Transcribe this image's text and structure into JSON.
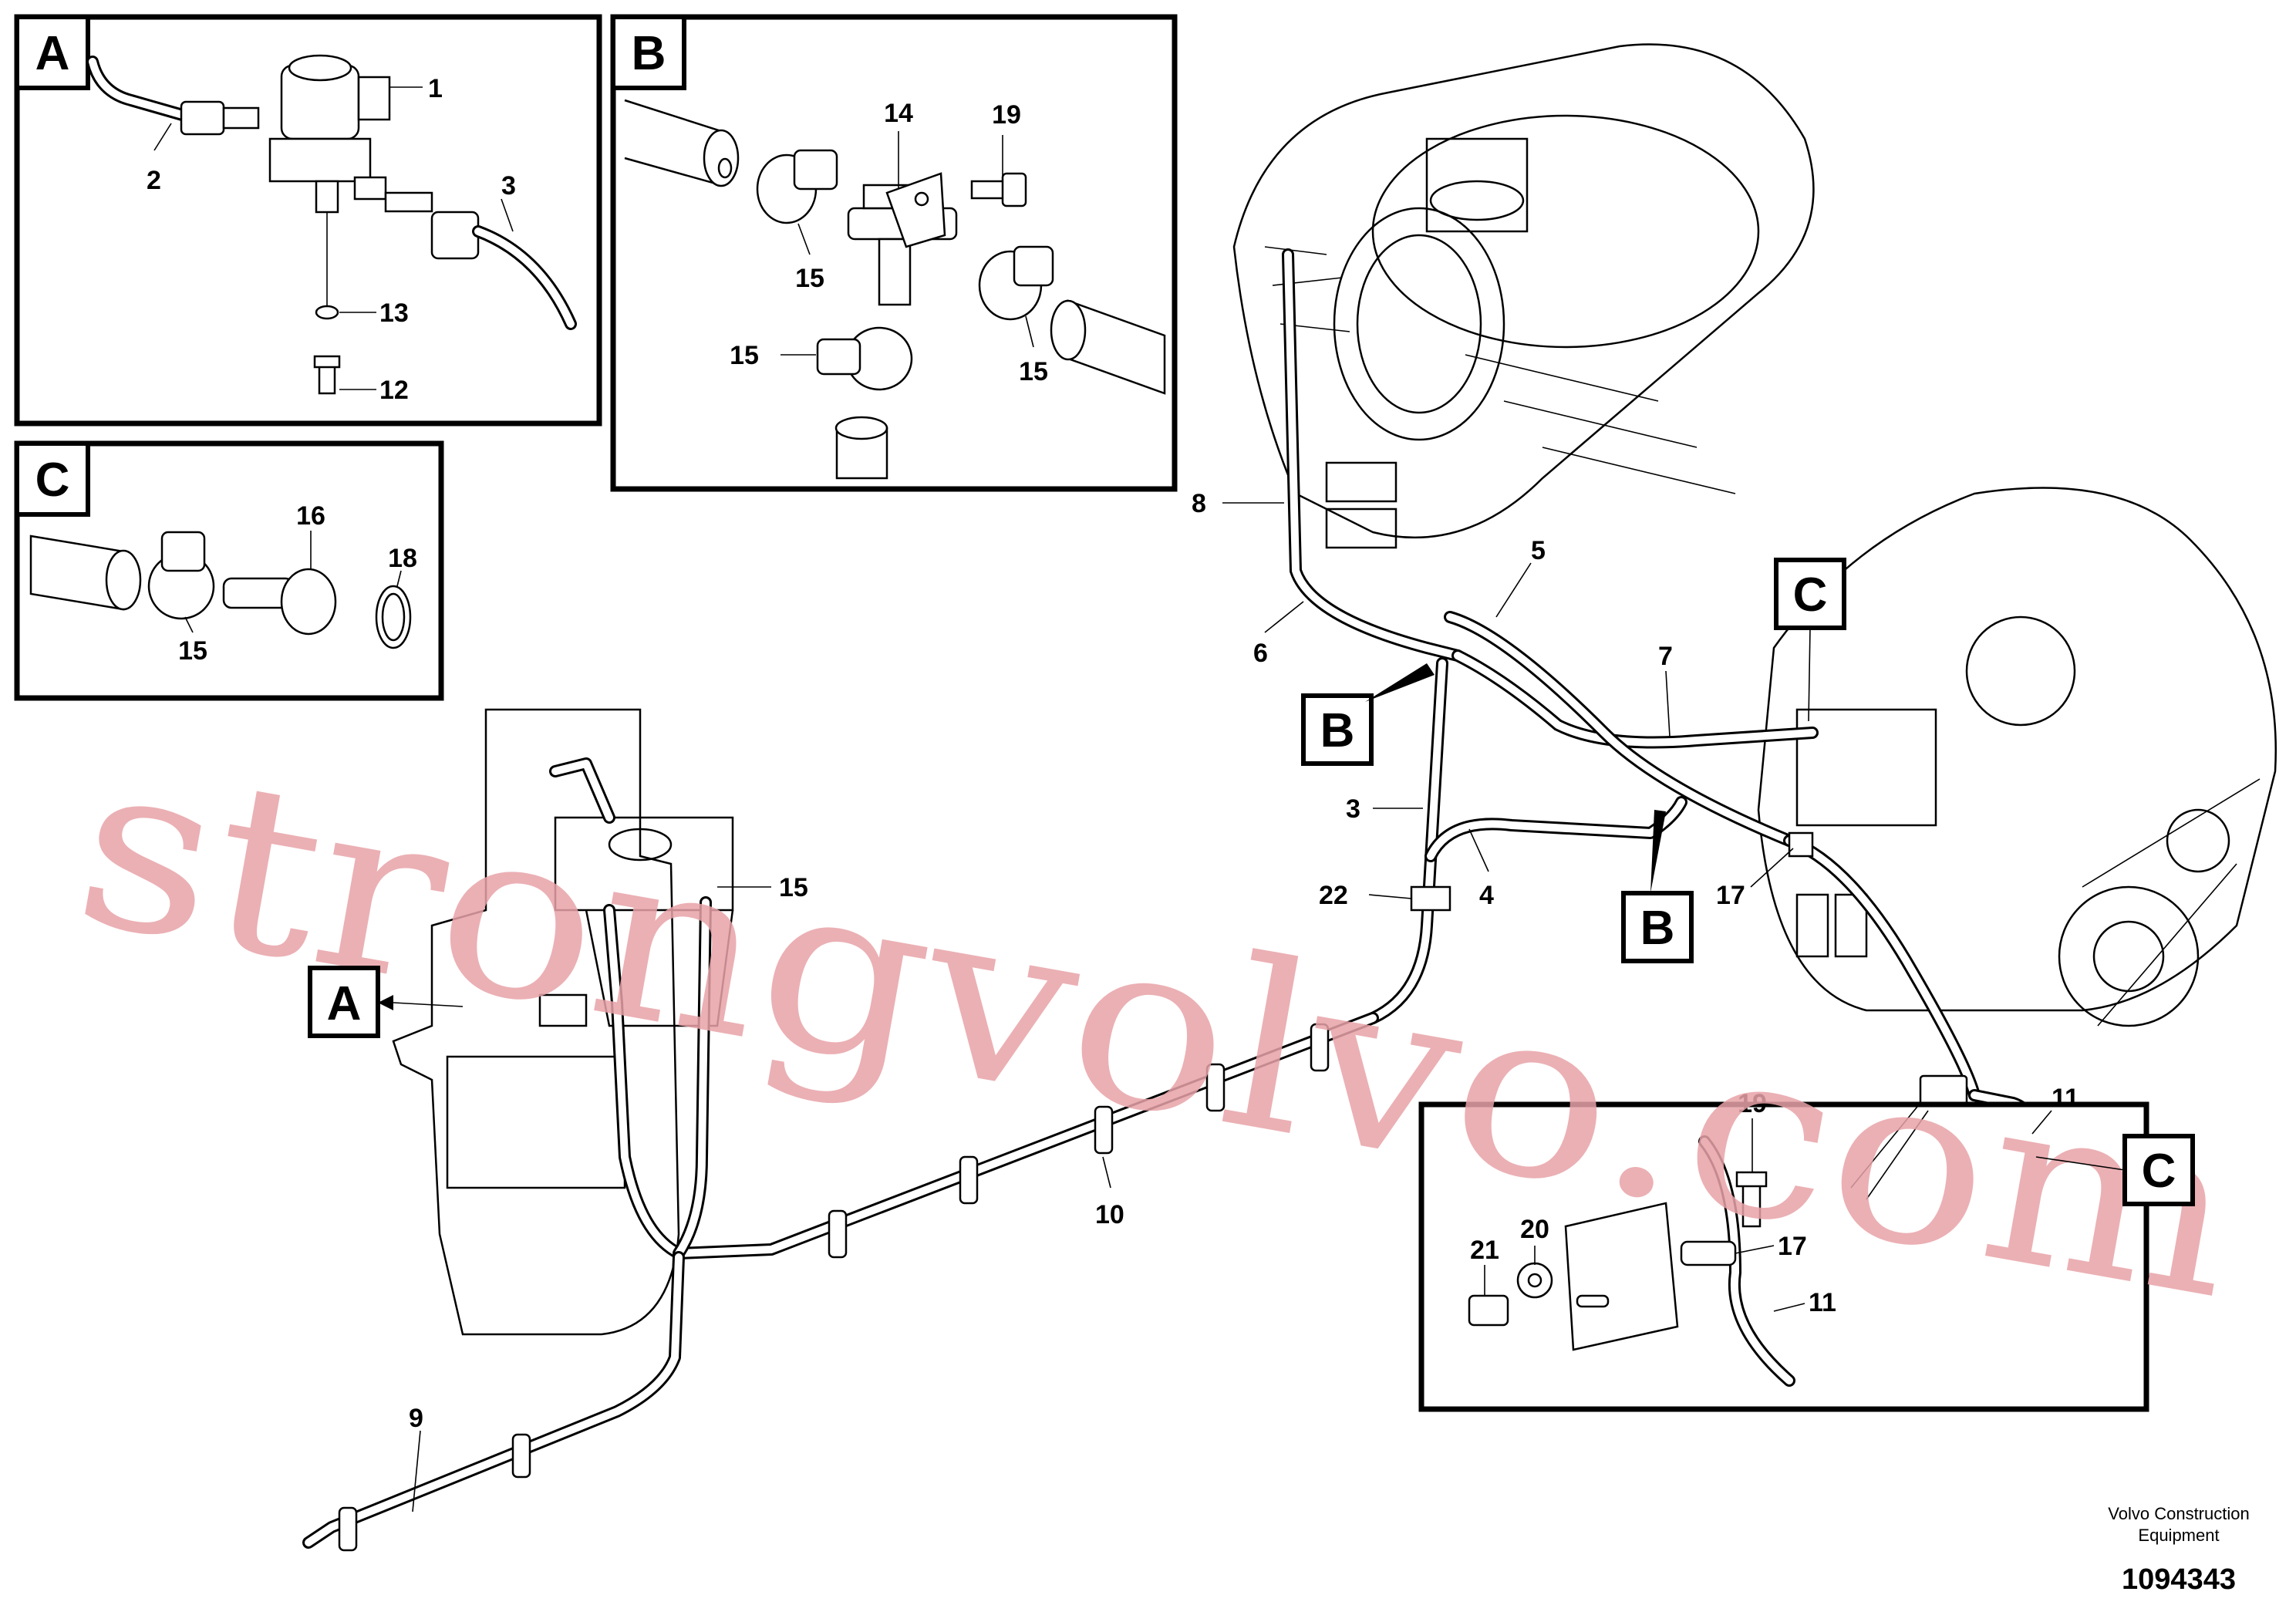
{
  "diagram": {
    "detail_tags": [
      "A",
      "B",
      "C"
    ],
    "callouts": {
      "n1": "1",
      "n2": "2",
      "n3": "3",
      "n12": "12",
      "n13": "13",
      "n14": "14",
      "n15": "15",
      "n16": "16",
      "n17": "17",
      "n18": "18",
      "n19": "19",
      "n4": "4",
      "n5": "5",
      "n6": "6",
      "n7": "7",
      "n8": "8",
      "n9": "9",
      "n10": "10",
      "n11": "11",
      "n20": "20",
      "n21": "21",
      "n22": "22"
    },
    "watermark": "strongvolvo.com",
    "footer": {
      "company_line1": "Volvo Construction",
      "company_line2": "Equipment",
      "drawing_number": "1094343"
    }
  }
}
